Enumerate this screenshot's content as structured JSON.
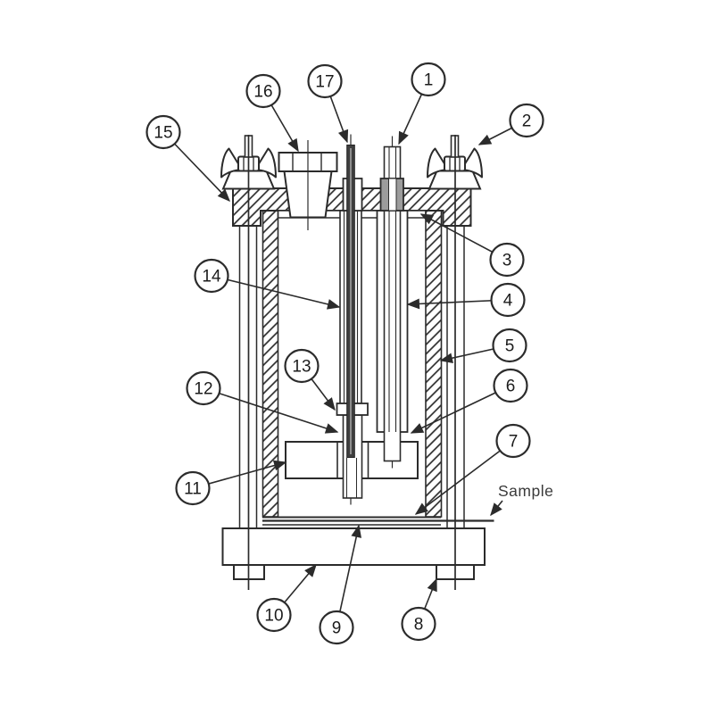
{
  "figure": {
    "background_color": "#ffffff",
    "ink_color": "#2b2b2b",
    "callouts": [
      {
        "label": "1"
      },
      {
        "label": "2"
      },
      {
        "label": "3"
      },
      {
        "label": "4"
      },
      {
        "label": "5"
      },
      {
        "label": "6"
      },
      {
        "label": "7"
      },
      {
        "label": "8"
      },
      {
        "label": "9"
      },
      {
        "label": "10"
      },
      {
        "label": "11"
      },
      {
        "label": "12"
      },
      {
        "label": "13"
      },
      {
        "label": "14"
      },
      {
        "label": "15"
      },
      {
        "label": "16"
      },
      {
        "label": "17"
      }
    ],
    "sample_label": "Sample"
  }
}
